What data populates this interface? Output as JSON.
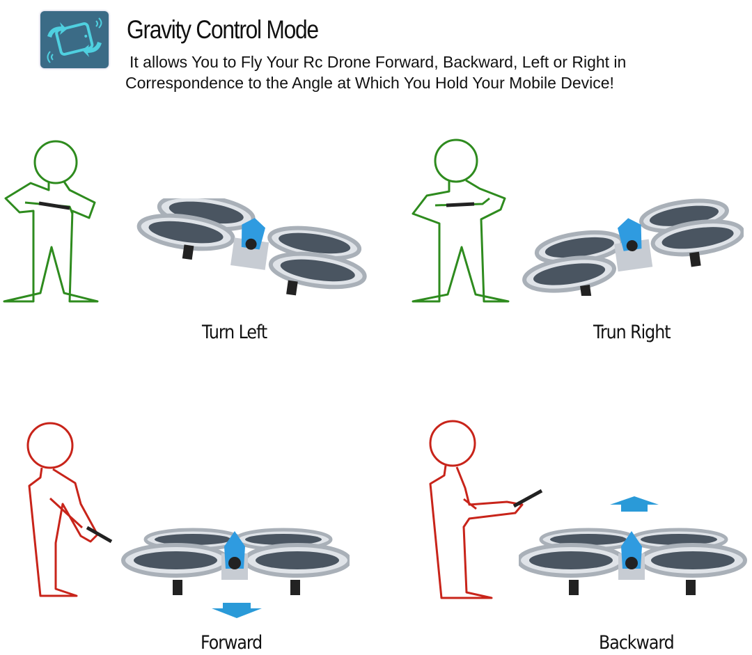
{
  "header": {
    "icon": "tilt-phone-icon",
    "title": "Gravity Control Mode",
    "description_line1": "It allows You to Fly Your Rc Drone Forward, Backward, Left or Right in",
    "description_line2": "Correspondence to the Angle at Which You Hold Your Mobile Device!"
  },
  "panels": [
    {
      "id": "turn-left",
      "caption": "Turn Left",
      "figure_color": "#2e8b1e",
      "controller_tilt": "left"
    },
    {
      "id": "turn-right",
      "caption": "Trun Right",
      "figure_color": "#2e8b1e",
      "controller_tilt": "right"
    },
    {
      "id": "forward",
      "caption": "Forward",
      "figure_color": "#c8241a",
      "arrow": "down-arrow-icon"
    },
    {
      "id": "backward",
      "caption": "Backward",
      "figure_color": "#c8241a",
      "arrow": "up-arrow-icon"
    }
  ],
  "colors": {
    "icon_bg": "#3b6b86",
    "icon_accent": "#4fd0e0",
    "drone_blue": "#2f9be0",
    "drone_silver": "#c7ccd3",
    "arrow_blue": "#2a9ad8"
  }
}
